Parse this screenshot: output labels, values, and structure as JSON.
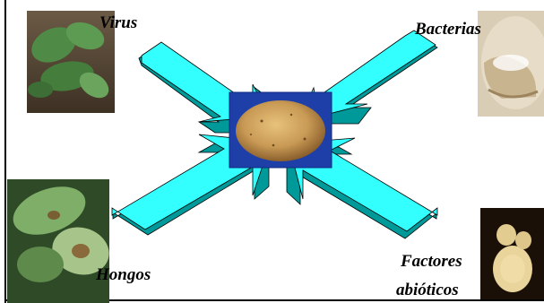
{
  "labels": {
    "virus": "Virus",
    "bacterias": "Bacterias",
    "hongos": "Hongos",
    "factores_line1": "Factores",
    "factores_line2": "abióticos"
  },
  "colors": {
    "arrow_face": "#33FFFF",
    "arrow_side": "#009999",
    "arrow_stroke": "#000000",
    "potato_backdrop": "#1F3FA8"
  }
}
